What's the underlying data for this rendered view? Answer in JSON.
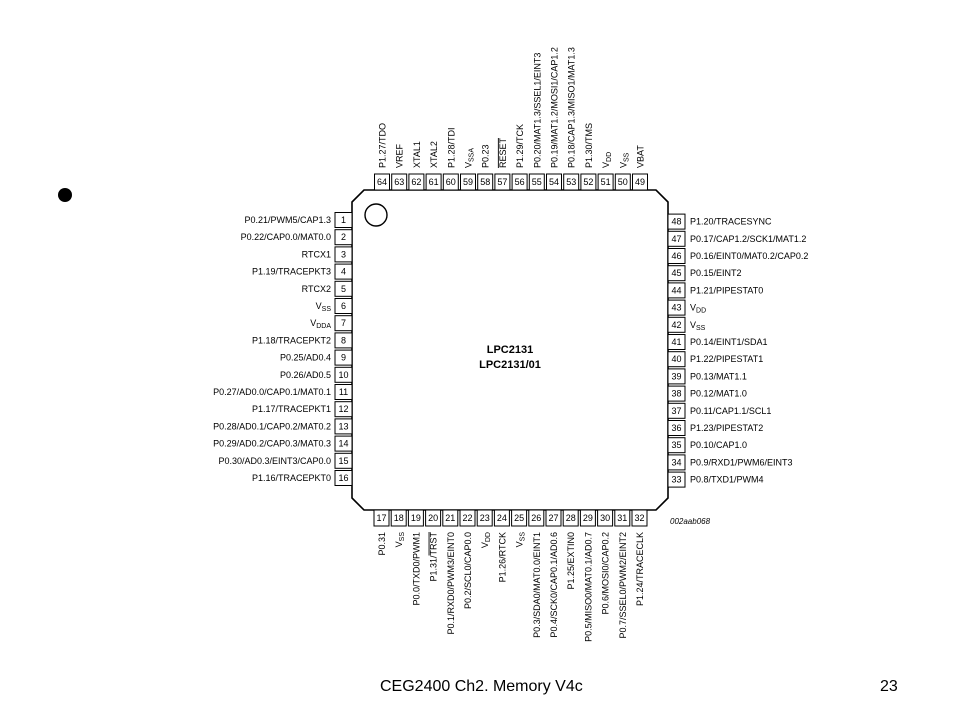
{
  "slide": {
    "footer_title": "CEG2400 Ch2. Memory V4c",
    "slide_number": "23"
  },
  "chip": {
    "name_lines": [
      "LPC2131",
      "LPC2131/01"
    ],
    "code": "002aab068"
  },
  "pins_left": [
    {
      "num": "1",
      "label": "P0.21/PWM5/CAP1.3"
    },
    {
      "num": "2",
      "label": "P0.22/CAP0.0/MAT0.0"
    },
    {
      "num": "3",
      "label": "RTCX1"
    },
    {
      "num": "4",
      "label": "P1.19/TRACEPKT3"
    },
    {
      "num": "5",
      "label": "RTCX2"
    },
    {
      "num": "6",
      "label": "V",
      "sub": "SS"
    },
    {
      "num": "7",
      "label": "V",
      "sub": "DDA"
    },
    {
      "num": "8",
      "label": "P1.18/TRACEPKT2"
    },
    {
      "num": "9",
      "label": "P0.25/AD0.4"
    },
    {
      "num": "10",
      "label": "P0.26/AD0.5"
    },
    {
      "num": "11",
      "label": "P0.27/AD0.0/CAP0.1/MAT0.1"
    },
    {
      "num": "12",
      "label": "P1.17/TRACEPKT1"
    },
    {
      "num": "13",
      "label": "P0.28/AD0.1/CAP0.2/MAT0.2"
    },
    {
      "num": "14",
      "label": "P0.29/AD0.2/CAP0.3/MAT0.3"
    },
    {
      "num": "15",
      "label": "P0.30/AD0.3/EINT3/CAP0.0"
    },
    {
      "num": "16",
      "label": "P1.16/TRACEPKT0"
    }
  ],
  "pins_bottom": [
    {
      "num": "17",
      "label": "P0.31"
    },
    {
      "num": "18",
      "label": "V",
      "sub": "SS"
    },
    {
      "num": "19",
      "label": "P0.0/TXD0/PWM1"
    },
    {
      "num": "20",
      "label": "P1.31/",
      "over": "TRST"
    },
    {
      "num": "21",
      "label": "P0.1/RXD0/PWM3/EINT0"
    },
    {
      "num": "22",
      "label": "P0.2/SCL0/CAP0.0"
    },
    {
      "num": "23",
      "label": "V",
      "sub": "DD"
    },
    {
      "num": "24",
      "label": "P1.26/RTCK"
    },
    {
      "num": "25",
      "label": "V",
      "sub": "SS"
    },
    {
      "num": "26",
      "label": "P0.3/SDA0/MAT0.0/EINT1"
    },
    {
      "num": "27",
      "label": "P0.4/SCK0/CAP0.1/AD0.6"
    },
    {
      "num": "28",
      "label": "P1.25/EXTIN0"
    },
    {
      "num": "29",
      "label": "P0.5/MISO0/MAT0.1/AD0.7"
    },
    {
      "num": "30",
      "label": "P0.6/MOSI0/CAP0.2"
    },
    {
      "num": "31",
      "label": "P0.7/SSEL0/PWM2/EINT2"
    },
    {
      "num": "32",
      "label": "P1.24/TRACECLK"
    }
  ],
  "pins_right": [
    {
      "num": "33",
      "label": "P0.8/TXD1/PWM4"
    },
    {
      "num": "34",
      "label": "P0.9/RXD1/PWM6/EINT3"
    },
    {
      "num": "35",
      "label": "P0.10/CAP1.0"
    },
    {
      "num": "36",
      "label": "P1.23/PIPESTAT2"
    },
    {
      "num": "37",
      "label": "P0.11/CAP1.1/SCL1"
    },
    {
      "num": "38",
      "label": "P0.12/MAT1.0"
    },
    {
      "num": "39",
      "label": "P0.13/MAT1.1"
    },
    {
      "num": "40",
      "label": "P1.22/PIPESTAT1"
    },
    {
      "num": "41",
      "label": "P0.14/EINT1/SDA1"
    },
    {
      "num": "42",
      "label": "V",
      "sub": "SS"
    },
    {
      "num": "43",
      "label": "V",
      "sub": "DD"
    },
    {
      "num": "44",
      "label": "P1.21/PIPESTAT0"
    },
    {
      "num": "45",
      "label": "P0.15/EINT2"
    },
    {
      "num": "46",
      "label": "P0.16/EINT0/MAT0.2/CAP0.2"
    },
    {
      "num": "47",
      "label": "P0.17/CAP1.2/SCK1/MAT1.2"
    },
    {
      "num": "48",
      "label": "P1.20/TRACESYNC"
    }
  ],
  "pins_top": [
    {
      "num": "49",
      "label": "VBAT"
    },
    {
      "num": "50",
      "label": "V",
      "sub": "SS"
    },
    {
      "num": "51",
      "label": "V",
      "sub": "DD"
    },
    {
      "num": "52",
      "label": "P1.30/TMS"
    },
    {
      "num": "53",
      "label": "P0.18/CAP1.3/MISO1/MAT1.3"
    },
    {
      "num": "54",
      "label": "P0.19/MAT1.2/MOSI1/CAP1.2"
    },
    {
      "num": "55",
      "label": "P0.20/MAT1.3/SSEL1/EINT3"
    },
    {
      "num": "56",
      "label": "P1.29/TCK"
    },
    {
      "num": "57",
      "label": "",
      "over": "RESET"
    },
    {
      "num": "58",
      "label": "P0.23"
    },
    {
      "num": "59",
      "label": "V",
      "sub": "SSA"
    },
    {
      "num": "60",
      "label": "P1.28/TDI"
    },
    {
      "num": "61",
      "label": "XTAL2"
    },
    {
      "num": "62",
      "label": "XTAL1"
    },
    {
      "num": "63",
      "label": "VREF"
    },
    {
      "num": "64",
      "label": "P1.27/TDO"
    }
  ]
}
